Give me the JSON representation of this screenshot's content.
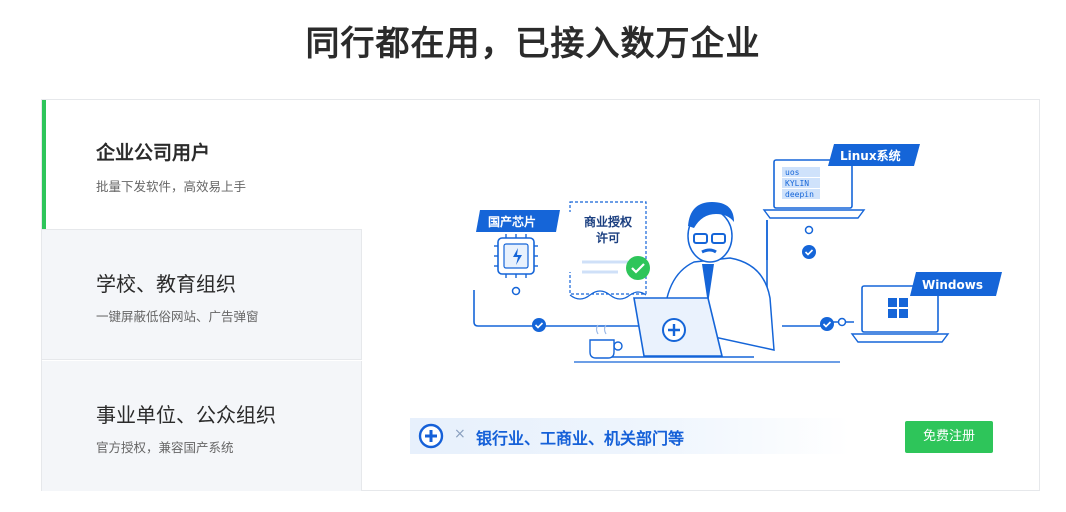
{
  "heading": "同行都在用，已接入数万企业",
  "tabs": [
    {
      "title": "企业公司用户",
      "subtitle": "批量下发软件，高效易上手",
      "active": true
    },
    {
      "title": "学校、教育组织",
      "subtitle": "一键屏蔽低俗网站、广告弹窗",
      "active": false
    },
    {
      "title": "事业单位、公众组织",
      "subtitle": "官方授权，兼容国产系统",
      "active": false
    }
  ],
  "illustration": {
    "chip_label": "国产芯片",
    "license_label_line1": "商业授权",
    "license_label_line2": "许可",
    "linux_label": "Linux系统",
    "linux_screen_lines": [
      "uos",
      "KYLIN",
      "deepin"
    ],
    "windows_label": "Windows"
  },
  "bottom_bar": {
    "separator": "×",
    "text": "银行业、工商业、机关部门等"
  },
  "register_button": "免费注册",
  "colors": {
    "accent_green": "#2ec55a",
    "brand_blue": "#1560d8",
    "tab_bg": "#f4f6f9"
  }
}
